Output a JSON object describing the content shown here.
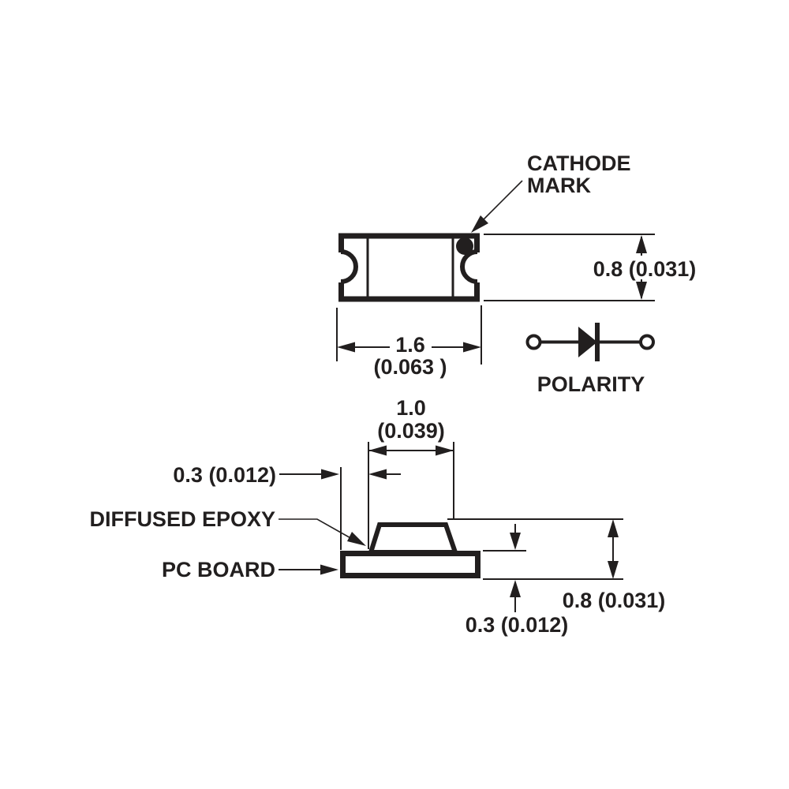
{
  "colors": {
    "ink": "#221f1f",
    "background": "#ffffff"
  },
  "top_view": {
    "cathode_label_line1": "CATHODE",
    "cathode_label_line2": "MARK",
    "height_dim": "0.8 (0.031)",
    "width_dim_value": "1.6",
    "width_dim_inches": "(0.063 )"
  },
  "polarity_symbol": {
    "label": "POLARITY"
  },
  "side_view": {
    "epoxy_width_value": "1.0",
    "epoxy_width_inches": "(0.039)",
    "edge_offset_dim": "0.3 (0.012)",
    "epoxy_label": "DIFFUSED EPOXY",
    "board_label": "PC BOARD",
    "overall_height_dim": "0.8 (0.031)",
    "board_thickness_dim": "0.3 (0.012)"
  }
}
